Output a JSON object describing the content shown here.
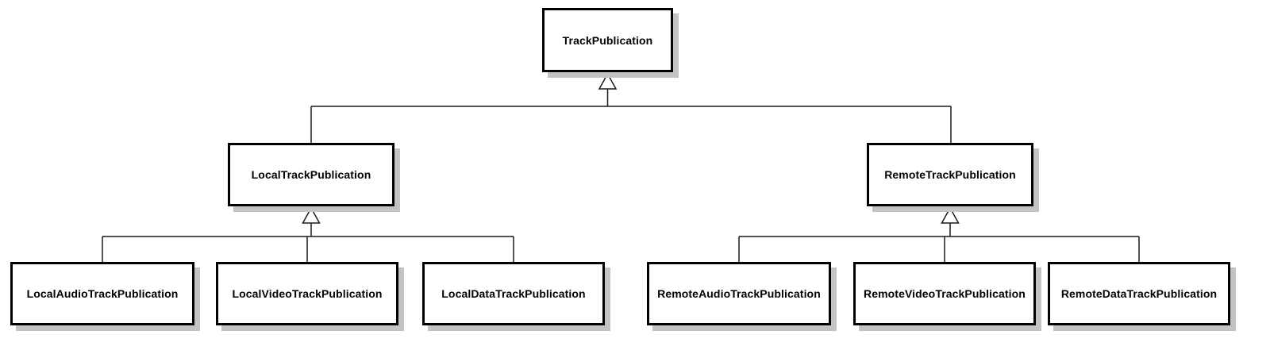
{
  "diagram": {
    "kind": "uml-class-inheritance",
    "background_color": "#ffffff",
    "node_fill_color": "#ffffff",
    "node_border_color": "#000000",
    "node_shadow_color": "#c3c3c3",
    "edge_color": "#1a1a1a",
    "nodes": [
      {
        "label": "TrackPublication",
        "parent": null
      },
      {
        "label": "LocalTrackPublication",
        "parent": "TrackPublication"
      },
      {
        "label": "RemoteTrackPublication",
        "parent": "TrackPublication"
      },
      {
        "label": "LocalAudioTrackPublication",
        "parent": "LocalTrackPublication"
      },
      {
        "label": "LocalVideoTrackPublication",
        "parent": "LocalTrackPublication"
      },
      {
        "label": "LocalDataTrackPublication",
        "parent": "LocalTrackPublication"
      },
      {
        "label": "RemoteAudioTrackPublication",
        "parent": "RemoteTrackPublication"
      },
      {
        "label": "RemoteVideoTrackPublication",
        "parent": "RemoteTrackPublication"
      },
      {
        "label": "RemoteDataTrackPublication",
        "parent": "RemoteTrackPublication"
      }
    ]
  }
}
